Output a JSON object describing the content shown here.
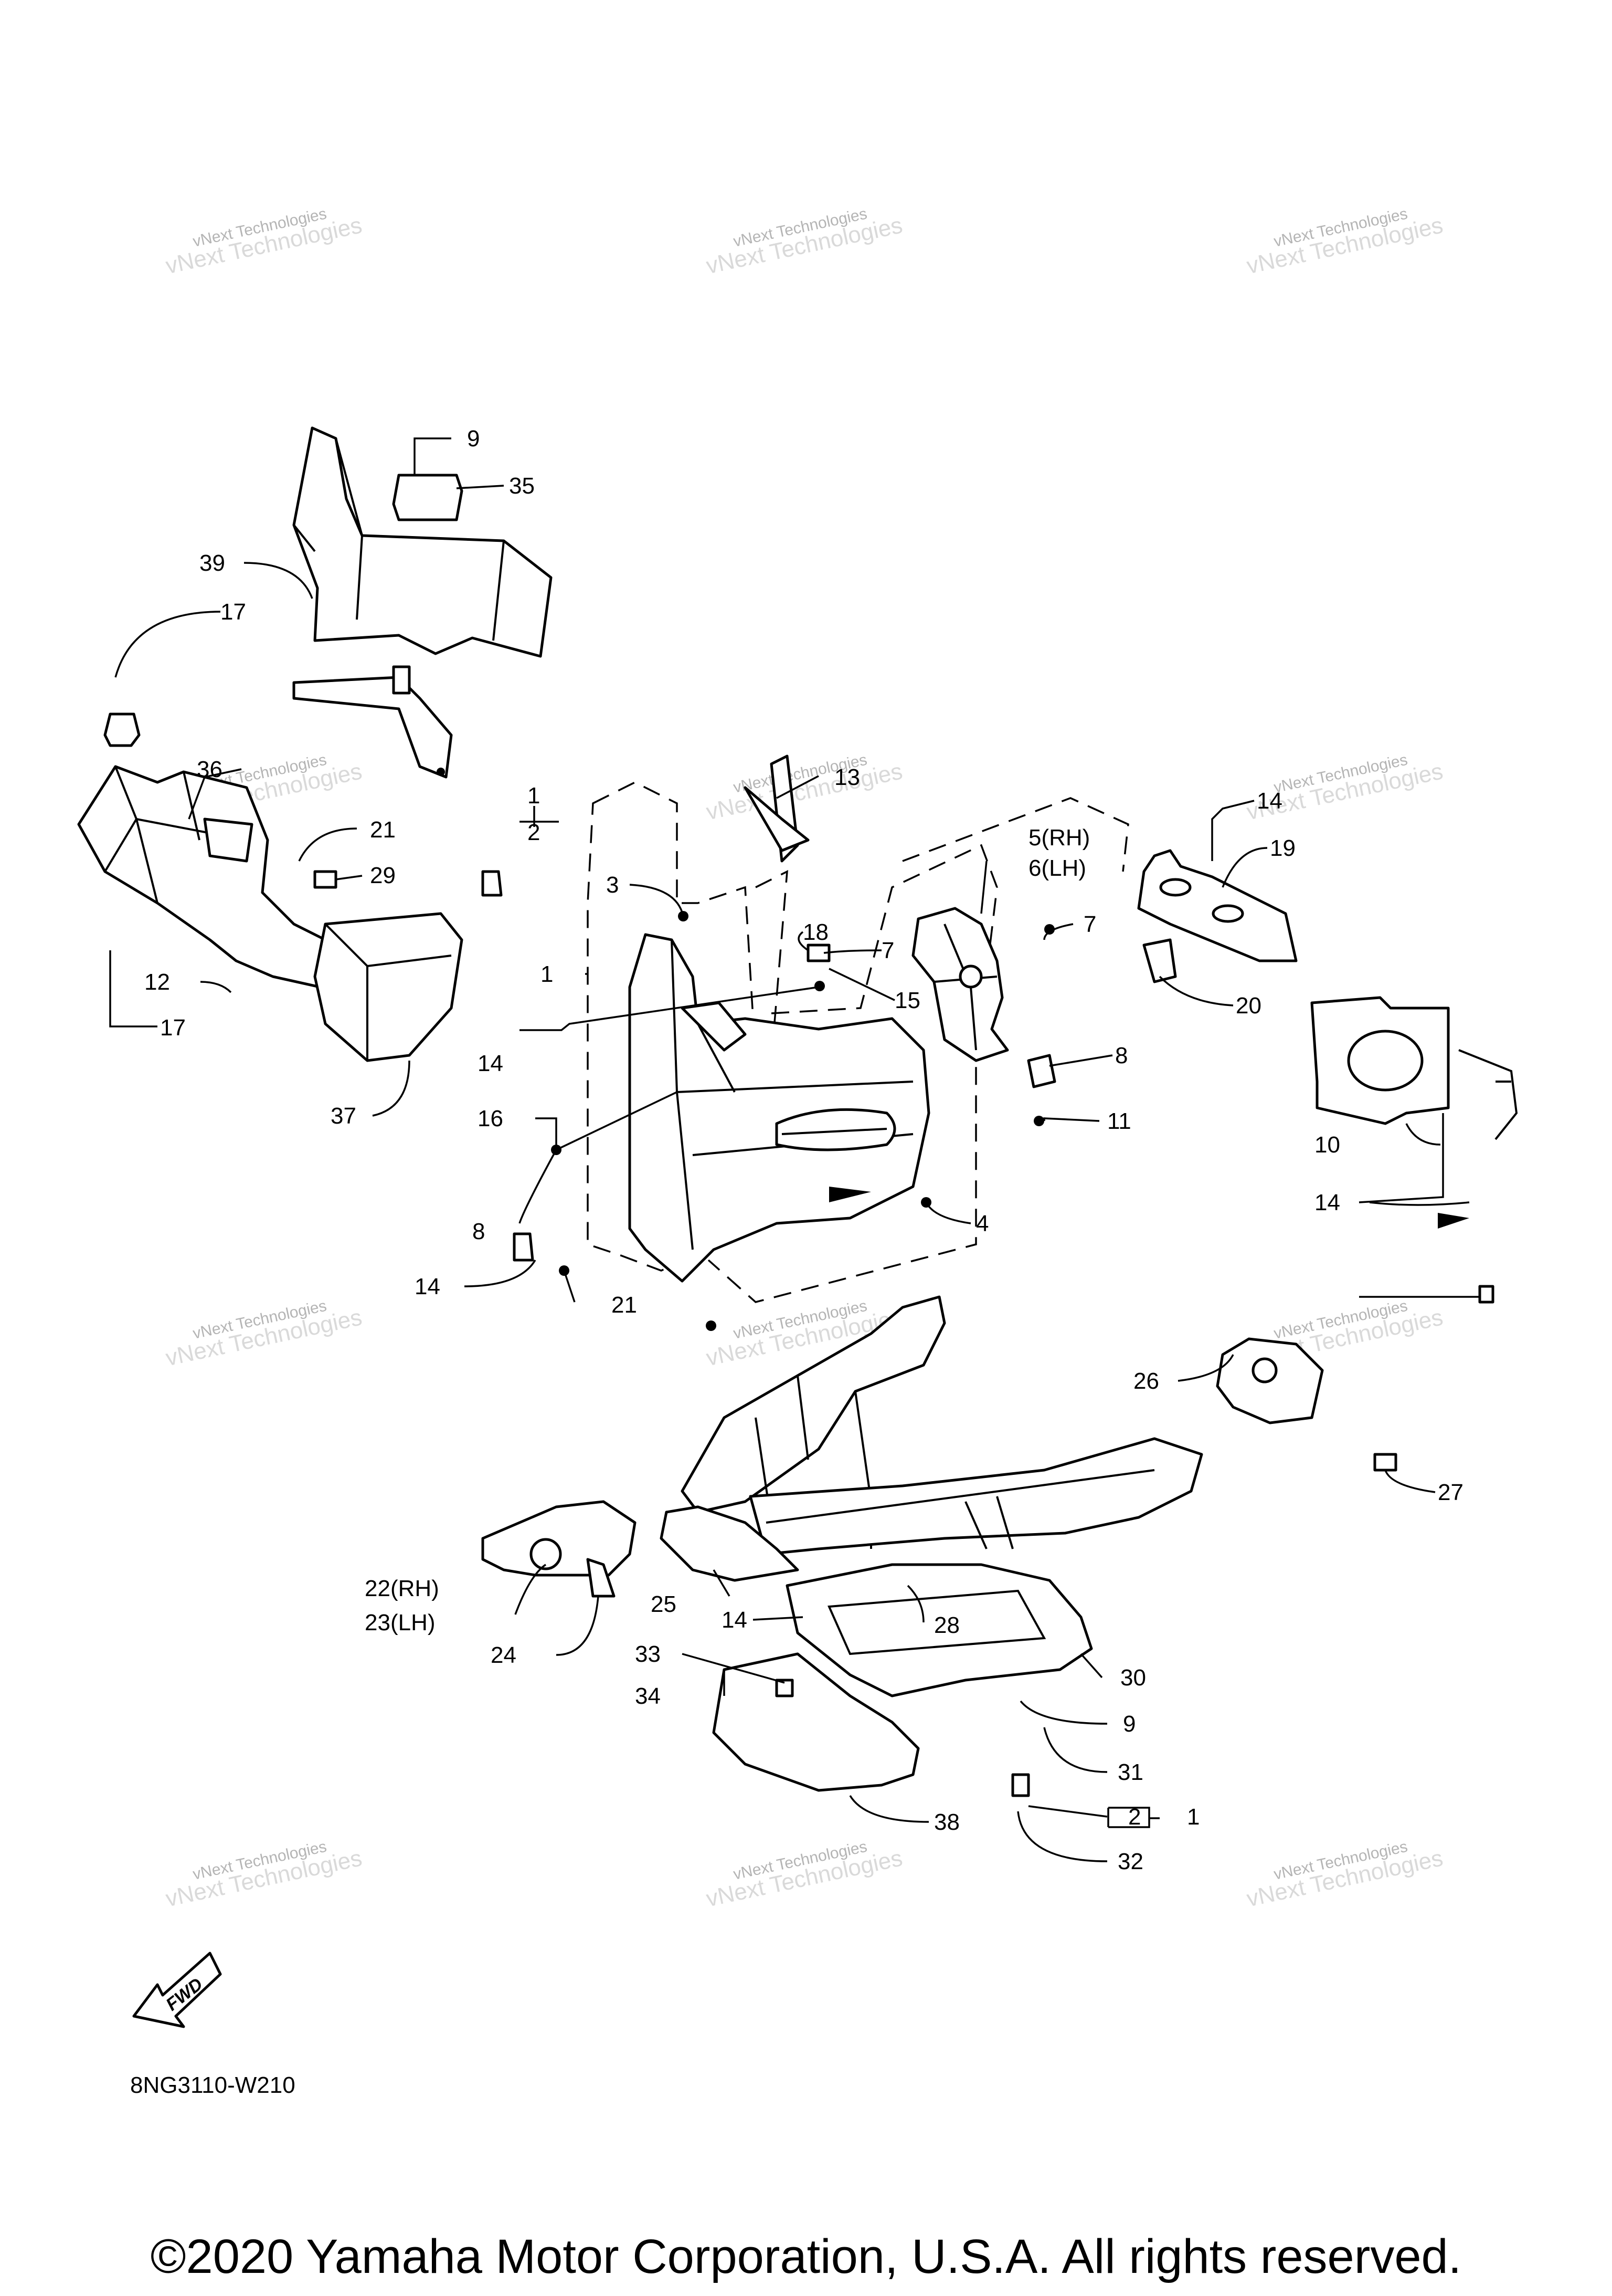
{
  "callouts": [
    {
      "n": "9"
    },
    {
      "n": "35"
    },
    {
      "n": "39"
    },
    {
      "n": "17"
    },
    {
      "n": "36"
    },
    {
      "n": "21"
    },
    {
      "n": "29"
    },
    {
      "n": "12"
    },
    {
      "n": "17"
    },
    {
      "n": "37"
    },
    {
      "n": "1"
    },
    {
      "n": "2"
    },
    {
      "n": "13"
    },
    {
      "n": "3"
    },
    {
      "n": "1"
    },
    {
      "n": "14"
    },
    {
      "n": "16"
    },
    {
      "n": "8"
    },
    {
      "n": "14"
    },
    {
      "n": "21"
    },
    {
      "n": "18"
    },
    {
      "n": "7"
    },
    {
      "n": "15"
    },
    {
      "n": "5(RH)"
    },
    {
      "n": "6(LH)"
    },
    {
      "n": "7"
    },
    {
      "n": "8"
    },
    {
      "n": "11"
    },
    {
      "n": "4"
    },
    {
      "n": "14"
    },
    {
      "n": "19"
    },
    {
      "n": "20"
    },
    {
      "n": "10"
    },
    {
      "n": "14"
    },
    {
      "n": "26"
    },
    {
      "n": "27"
    },
    {
      "n": "22(RH)"
    },
    {
      "n": "23(LH)"
    },
    {
      "n": "24"
    },
    {
      "n": "25"
    },
    {
      "n": "14"
    },
    {
      "n": "28"
    },
    {
      "n": "33"
    },
    {
      "n": "34"
    },
    {
      "n": "30"
    },
    {
      "n": "9"
    },
    {
      "n": "31"
    },
    {
      "n": "38"
    },
    {
      "n": "2"
    },
    {
      "n": "1"
    },
    {
      "n": "32"
    }
  ],
  "watermark": {
    "line1": "vNext Technologies",
    "line2": "vNext Technologies"
  },
  "fwd_label": "FWD",
  "diagram_code": "8NG3110-W210",
  "copyright": "©2020 Yamaha Motor Corporation, U.S.A. All rights reserved."
}
